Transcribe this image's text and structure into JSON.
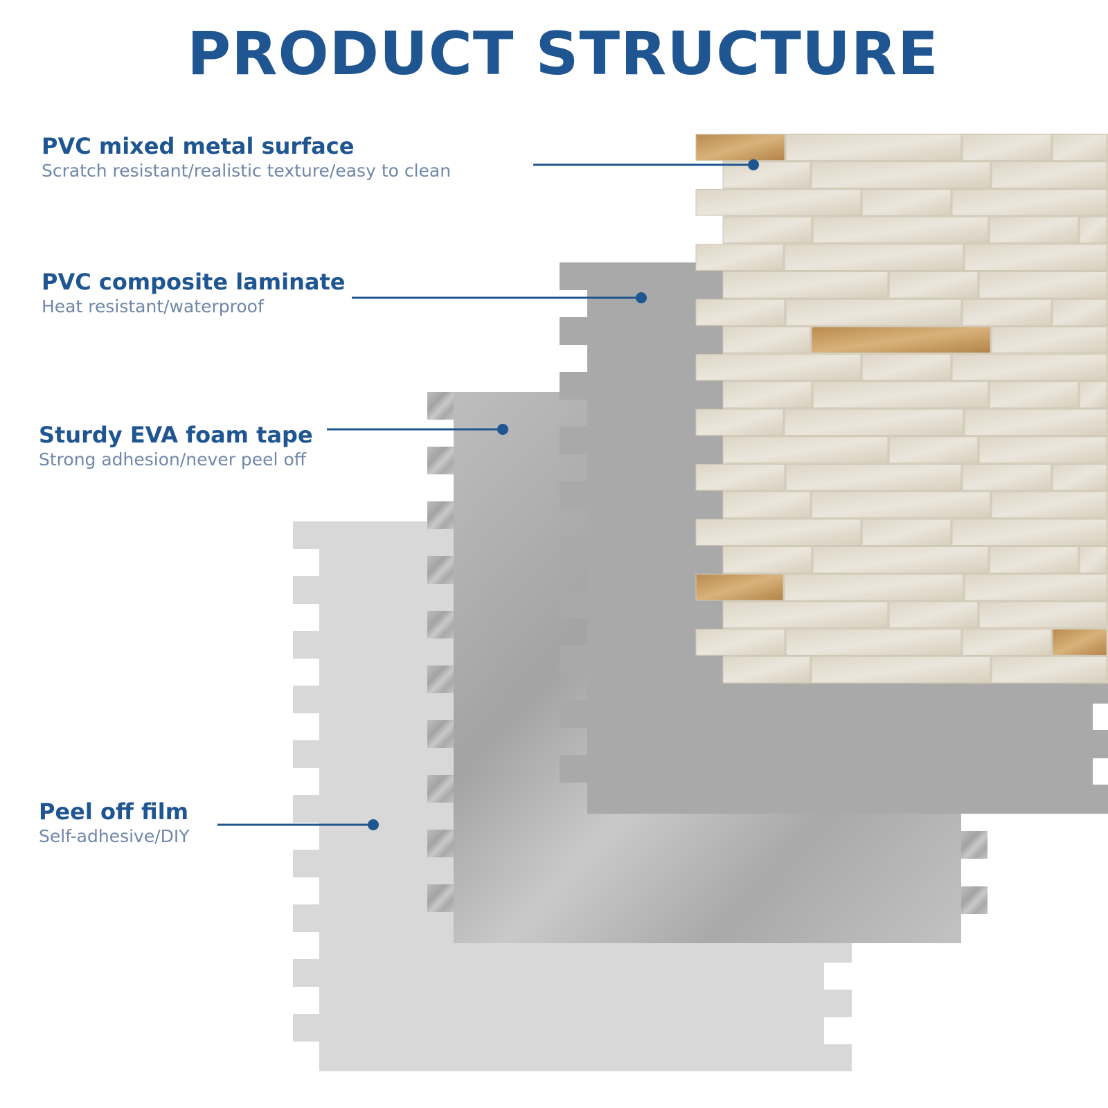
{
  "header": {
    "title": "PRODUCT STRUCTURE"
  },
  "colors": {
    "title": "#1f5691",
    "description": "#6f87a8",
    "leader_line": "#1f5691",
    "film_layer": "#d6d6d6",
    "foam_layer": "#b2b2b2",
    "laminate_layer": "#a9a9a9",
    "surface_stone": "#e2dccf",
    "surface_metal": "#c9a06a"
  },
  "layers": [
    {
      "id": "surface",
      "title": "PVC mixed metal surface",
      "description": "Scratch resistant/realistic texture/easy to clean"
    },
    {
      "id": "laminate",
      "title": "PVC composite laminate",
      "description": "Heat resistant/waterproof"
    },
    {
      "id": "foam",
      "title": "Sturdy EVA foam tape",
      "description": "Strong adhesion/never peel off"
    },
    {
      "id": "film",
      "title": "Peel off film",
      "description": "Self-adhesive/DIY"
    }
  ]
}
